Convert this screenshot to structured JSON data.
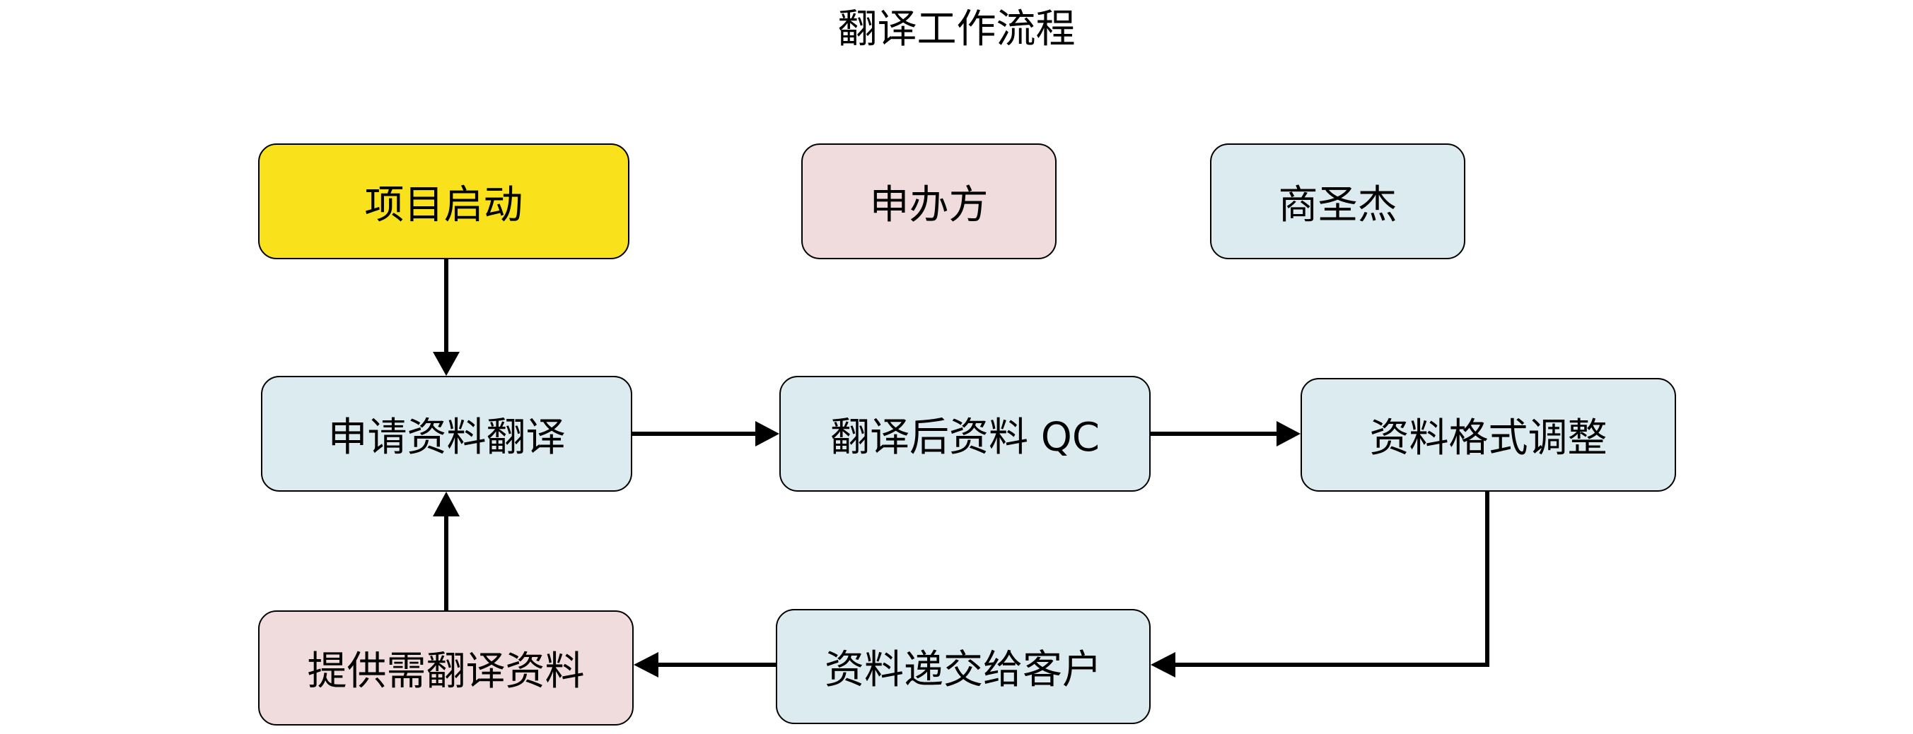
{
  "title": "翻译工作流程",
  "colors": {
    "start": "#f9e11c",
    "client": "#f1dcdd",
    "vendor": "#dcebf0",
    "stroke": "#000000"
  },
  "legend": {
    "client": "申办方",
    "vendor": "商圣杰"
  },
  "nodes": {
    "start": "项目启动",
    "request": "申请资料翻译",
    "qc": "翻译后资料 QC",
    "format": "资料格式调整",
    "deliver": "资料递交给客户",
    "provide": "提供需翻译资料"
  },
  "edges": [
    {
      "from": "start",
      "to": "request"
    },
    {
      "from": "request",
      "to": "qc"
    },
    {
      "from": "qc",
      "to": "format"
    },
    {
      "from": "format",
      "to": "deliver"
    },
    {
      "from": "deliver",
      "to": "provide"
    },
    {
      "from": "provide",
      "to": "request"
    }
  ]
}
